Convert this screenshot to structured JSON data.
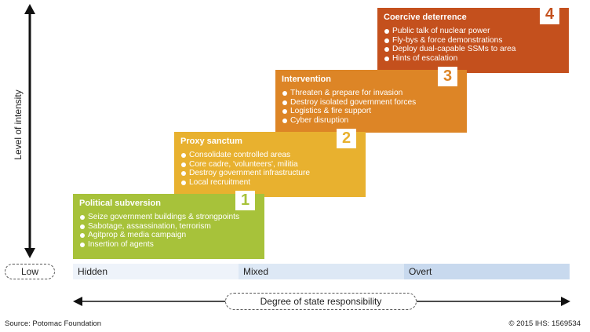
{
  "y_axis": {
    "label": "Level of intensity",
    "low_label": "Low"
  },
  "x_axis": {
    "label": "Degree of state responsibility",
    "bands": [
      "Hidden",
      "Mixed",
      "Overt"
    ]
  },
  "steps": [
    {
      "number": "1",
      "title": "Political subversion",
      "color": "#a7c23a",
      "items": [
        "Seize government buildings & strongpoints",
        "Sabotage, assassination, terrorism",
        "Agitprop & media campaign",
        "Insertion of agents"
      ]
    },
    {
      "number": "2",
      "title": "Proxy sanctum",
      "color": "#e8b12f",
      "items": [
        "Consolidate controlled areas",
        "Core cadre, 'volunteers', militia",
        "Destroy government infrastructure",
        "Local recruitment"
      ]
    },
    {
      "number": "3",
      "title": "Intervention",
      "color": "#dd8526",
      "items": [
        "Threaten & prepare for invasion",
        "Destroy isolated government forces",
        "Logistics & fire support",
        "Cyber disruption"
      ]
    },
    {
      "number": "4",
      "title": "Coercive deterrence",
      "color": "#c4501d",
      "items": [
        "Public talk of nuclear power",
        "Fly-bys & force demonstrations",
        "Deploy dual-capable SSMs to area",
        "Hints of escalation"
      ]
    }
  ],
  "footer": {
    "source": "Source: Potomac Foundation",
    "copyright": "© 2015 IHS: 1569534"
  }
}
